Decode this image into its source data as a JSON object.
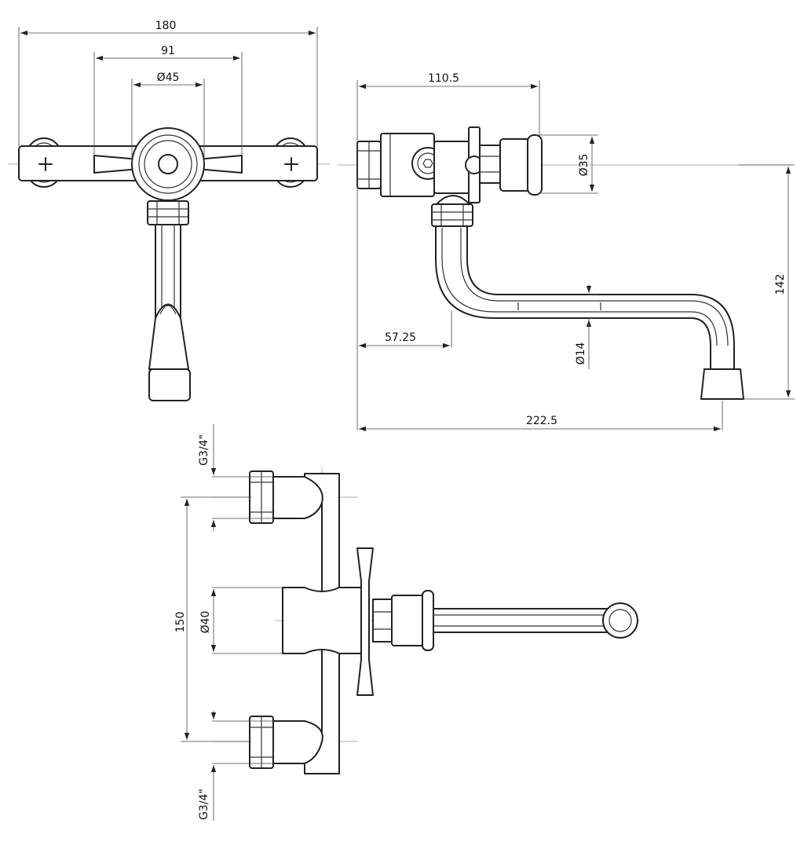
{
  "labels": {
    "width_total": "180",
    "handle_spacing": "91",
    "body_diameter": "Ø45",
    "depth_body": "110.5",
    "handle_diameter": "Ø35",
    "spout_offset": "57.25",
    "spout_diameter": "Ø14",
    "spout_height": "142",
    "spout_reach": "222.5",
    "thread_top": "G3/4\"",
    "thread_bottom": "G3/4\"",
    "inlet_spacing": "150",
    "mixer_diameter": "Ø40"
  }
}
